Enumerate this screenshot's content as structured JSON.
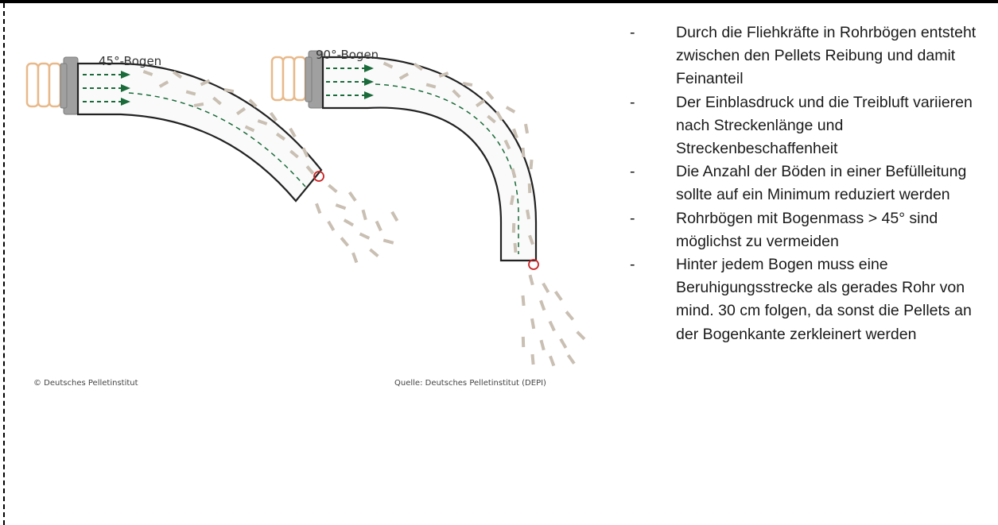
{
  "diagram": {
    "label_45": "45°-Bogen",
    "label_90": "90°-Bogen",
    "credit_left": "© Deutsches Pelletinstitut",
    "credit_right": "Quelle: Deutsches Pelletinstitut (DEPI)",
    "colors": {
      "pipe_outline": "#222222",
      "pipe_fill": "#f7f7f7",
      "flow_arrows": "#1a6b3a",
      "pellets": "#c9bfb3",
      "hose": "#e8b98a",
      "coupling": "#9a9a9a",
      "impact_marker": "#cc2222"
    }
  },
  "bullets": {
    "marker": "-",
    "items": [
      "Durch die Fliehkräfte in Rohrbögen entsteht zwischen den Pellets Reibung und damit Feinanteil",
      "Der Einblasdruck und die Treibluft variieren nach Streckenlänge und Streckenbeschaffenheit",
      "Die Anzahl der Böden in einer Befülleitung sollte auf ein Minimum reduziert werden",
      "Rohrbögen mit Bogenmass > 45° sind möglichst zu vermeiden",
      "Hinter jedem Bogen muss eine Beruhigungsstrecke als gerades Rohr von mind. 30 cm folgen, da sonst die Pellets an der Bogenkante zerkleinert werden"
    ]
  }
}
